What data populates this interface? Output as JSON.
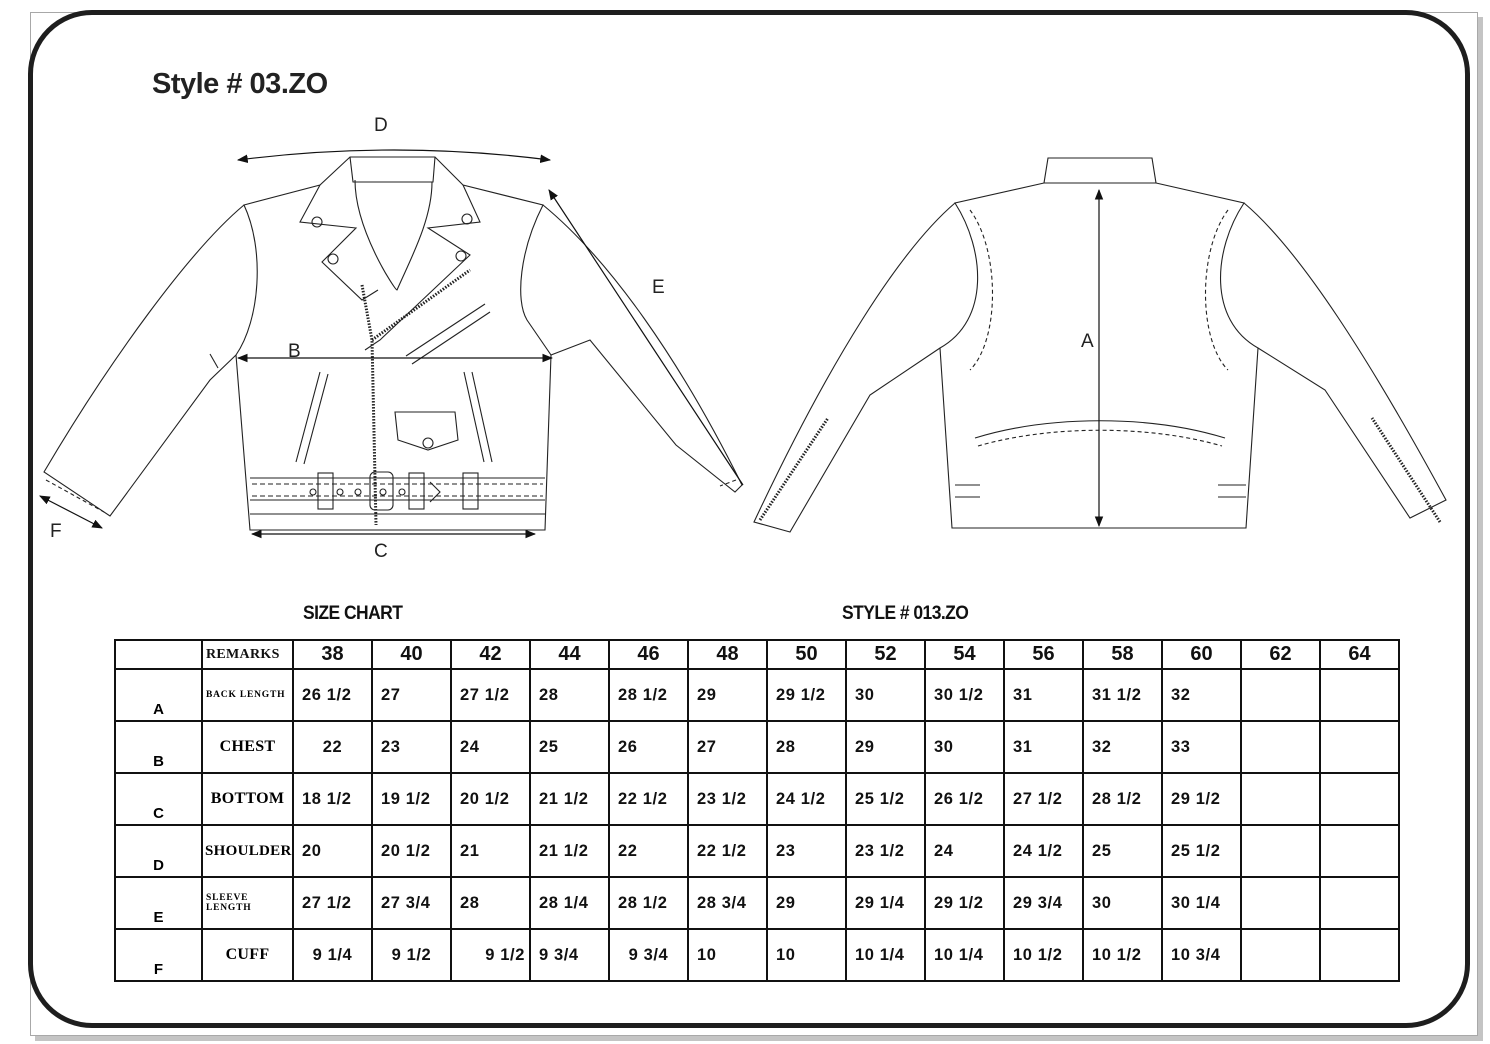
{
  "document": {
    "style_title": "Style # 03.ZO",
    "size_chart_label": "SIZE CHART",
    "style_code_label": "STYLE # 013.ZO"
  },
  "drawing": {
    "front_view_labels": {
      "D": "D",
      "E": "E",
      "B": "B",
      "C": "C",
      "F": "F"
    },
    "back_view_labels": {
      "A": "A"
    }
  },
  "size_chart": {
    "remarks_header": "REMARKS",
    "sizes": [
      "38",
      "40",
      "42",
      "44",
      "46",
      "48",
      "50",
      "52",
      "54",
      "56",
      "58",
      "60",
      "62",
      "64"
    ],
    "rows": [
      {
        "letter": "A",
        "remark": "BACK LENGTH",
        "values": [
          "26 1/2",
          "27",
          "27 1/2",
          "28",
          "28 1/2",
          "29",
          "29 1/2",
          "30",
          "30 1/2",
          "31",
          "31 1/2",
          "32",
          "",
          ""
        ]
      },
      {
        "letter": "B",
        "remark": "CHEST",
        "values": [
          "22",
          "23",
          "24",
          "25",
          "26",
          "27",
          "28",
          "29",
          "30",
          "31",
          "32",
          "33",
          "",
          ""
        ]
      },
      {
        "letter": "C",
        "remark": "BOTTOM",
        "values": [
          "18 1/2",
          "19 1/2",
          "20 1/2",
          "21 1/2",
          "22 1/2",
          "23 1/2",
          "24 1/2",
          "25 1/2",
          "26 1/2",
          "27 1/2",
          "28 1/2",
          "29 1/2",
          "",
          ""
        ]
      },
      {
        "letter": "D",
        "remark": "SHOULDER",
        "values": [
          "20",
          "20 1/2",
          "21",
          "21 1/2",
          "22",
          "22 1/2",
          "23",
          "23 1/2",
          "24",
          "24 1/2",
          "25",
          "25 1/2",
          "",
          ""
        ]
      },
      {
        "letter": "E",
        "remark": "SLEEVE LENGTH",
        "values": [
          "27 1/2",
          "27 3/4",
          "28",
          "28 1/4",
          "28 1/2",
          "28 3/4",
          "29",
          "29 1/4",
          "29 1/2",
          "29 3/4",
          "30",
          "30 1/4",
          "",
          ""
        ]
      },
      {
        "letter": "F",
        "remark": "CUFF",
        "values": [
          "9 1/4",
          "9 1/2",
          "9 1/2",
          "9 3/4",
          "9 3/4",
          "10",
          "10",
          "10 1/4",
          "10 1/4",
          "10 1/2",
          "10 1/2",
          "10 3/4",
          "",
          ""
        ]
      }
    ]
  }
}
